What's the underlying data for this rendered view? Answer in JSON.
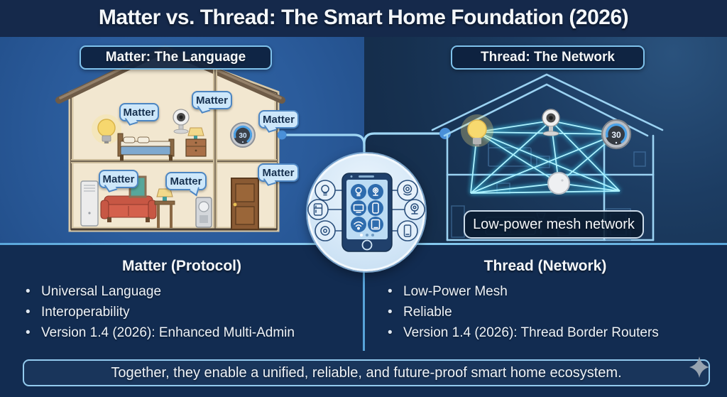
{
  "title": "Matter vs. Thread: The Smart Home Foundation (2026)",
  "left_panel": {
    "header": "Matter: The Language",
    "bubbles": [
      "Matter",
      "Matter",
      "Matter",
      "Matter",
      "Matter",
      "Matter"
    ],
    "thermostat_value": "30",
    "device_icons": [
      "light-bulb",
      "bed",
      "security-camera",
      "nightstand-lamp",
      "thermostat",
      "air-conditioner",
      "sofa",
      "picture-frame",
      "table-lamp",
      "smart-speaker",
      "door"
    ]
  },
  "center_hub": {
    "phone_screen_icons": [
      "light-bulb",
      "security-camera",
      "tv",
      "smartphone",
      "wifi",
      "tablet"
    ],
    "side_icons": [
      "light-bulb",
      "smart-fridge",
      "thermostat-dial",
      "security-camera",
      "webcam",
      "smartphone"
    ]
  },
  "right_panel": {
    "header": "Thread: The Network",
    "thermostat_value": "30",
    "mesh_label": "Low-power mesh network",
    "device_icons": [
      "light-bulb",
      "security-camera",
      "thermostat",
      "smart-sensor"
    ]
  },
  "bottom": {
    "matter": {
      "heading": "Matter (Protocol)",
      "bullets": [
        "Universal Language",
        "Interoperability",
        "Version 1.4 (2026): Enhanced Multi-Admin"
      ]
    },
    "thread": {
      "heading": "Thread (Network)",
      "bullets": [
        "Low-Power Mesh",
        "Reliable",
        "Version 1.4 (2026): Thread Border Routers"
      ]
    }
  },
  "footer": {
    "text": "Together, they enable a unified, reliable, and future-proof smart home ecosystem."
  },
  "colors": {
    "accent_divider": "#6fb6e6",
    "left_panel_bg": "#2b5c9c",
    "right_panel_bg": "#16304f",
    "dark_band_bg": "#15294b",
    "mesh_line": "#5adef8",
    "bubble_bg": "#cde7fa",
    "bubble_border": "#4d86c2",
    "house_fill": "#f2e7d0",
    "wireframe_stroke": "#9bd2f2"
  }
}
